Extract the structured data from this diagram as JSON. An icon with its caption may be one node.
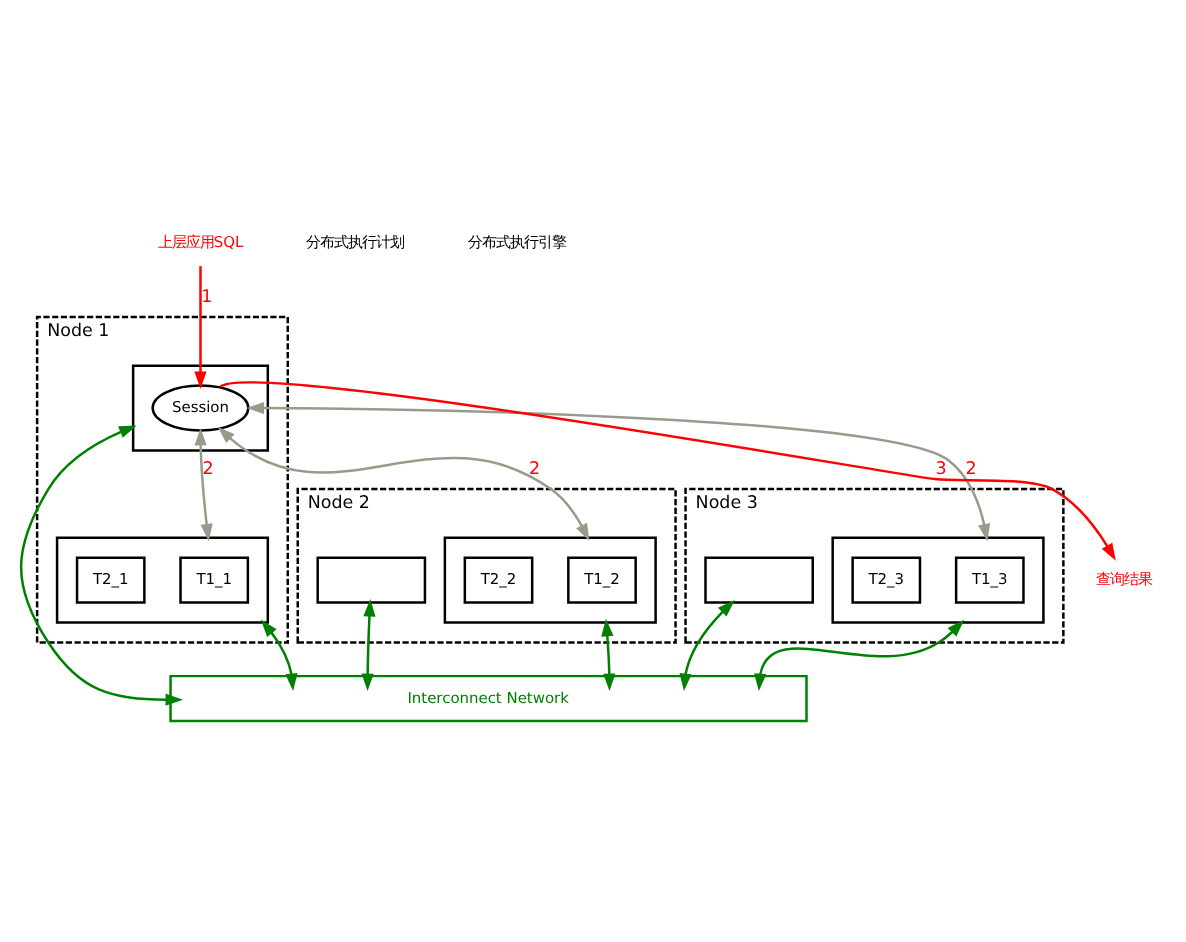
{
  "diagram": {
    "nodes": [
      {
        "text": [
          "Node 1"
        ]
      },
      {
        "text": [],
        "shape": "box",
        "in": 0
      },
      {
        "text": [
          "Session"
        ],
        "in": 1
      },
      {
        "text": [],
        "shape": "box",
        "in": 0
      },
      {
        "text": [
          "T1_1"
        ],
        "in": 3
      },
      {
        "text": [
          "T2_1"
        ],
        "in": 3
      },
      {
        "text": [
          "Node 2"
        ]
      },
      {
        "text": [],
        "shape": "box",
        "in": 6
      },
      {
        "text": [],
        "shape": "box",
        "in": 6
      },
      {
        "text": [
          "T1_2"
        ],
        "in": 8
      },
      {
        "text": [
          "T2_2"
        ],
        "in": 8
      },
      {
        "text": [
          "Node 3"
        ]
      },
      {
        "text": [],
        "shape": "box",
        "in": 11
      },
      {
        "text": [],
        "shape": "box",
        "in": 11
      },
      {
        "text": [
          "T1_3"
        ],
        "in": 13
      },
      {
        "text": [
          "T2_3"
        ],
        "in": 13
      },
      {
        "text": [
          "Interconnect Network"
        ]
      },
      {
        "text": [
          "上层应用SQL"
        ]
      },
      {
        "text": [
          "查询结果"
        ]
      }
    ],
    "edges": [
      {
        "from": 17,
        "to": 2,
        "arrow": "to",
        "label": "1",
        "color": "#ff0000"
      },
      {
        "from": 2,
        "to": 18,
        "arrow": "to",
        "label": "3",
        "color": "#ff0000"
      },
      {
        "from": 2,
        "to": 3,
        "arrow": "both",
        "label": "2",
        "color": "#9a9a8a"
      },
      {
        "from": 2,
        "to": 8,
        "arrow": "both",
        "label": "2",
        "color": "#9a9a8a"
      },
      {
        "from": 2,
        "to": 13,
        "arrow": "both",
        "label": "2",
        "color": "#9a9a8a"
      },
      {
        "from": 1,
        "to": 16,
        "arrow": "both",
        "color": "#008000"
      },
      {
        "from": 16,
        "to": 3,
        "arrow": "both",
        "color": "#008000"
      },
      {
        "from": 7,
        "to": 16,
        "arrow": "both",
        "color": "#008000"
      },
      {
        "from": 16,
        "to": 8,
        "arrow": "both",
        "color": "#008000"
      },
      {
        "from": 12,
        "to": 16,
        "arrow": "both",
        "color": "#008000"
      },
      {
        "from": 16,
        "to": 13,
        "arrow": "both",
        "color": "#008000"
      }
    ],
    "labels": [
      "分布式执行计划",
      "分布式执行引擎"
    ]
  }
}
